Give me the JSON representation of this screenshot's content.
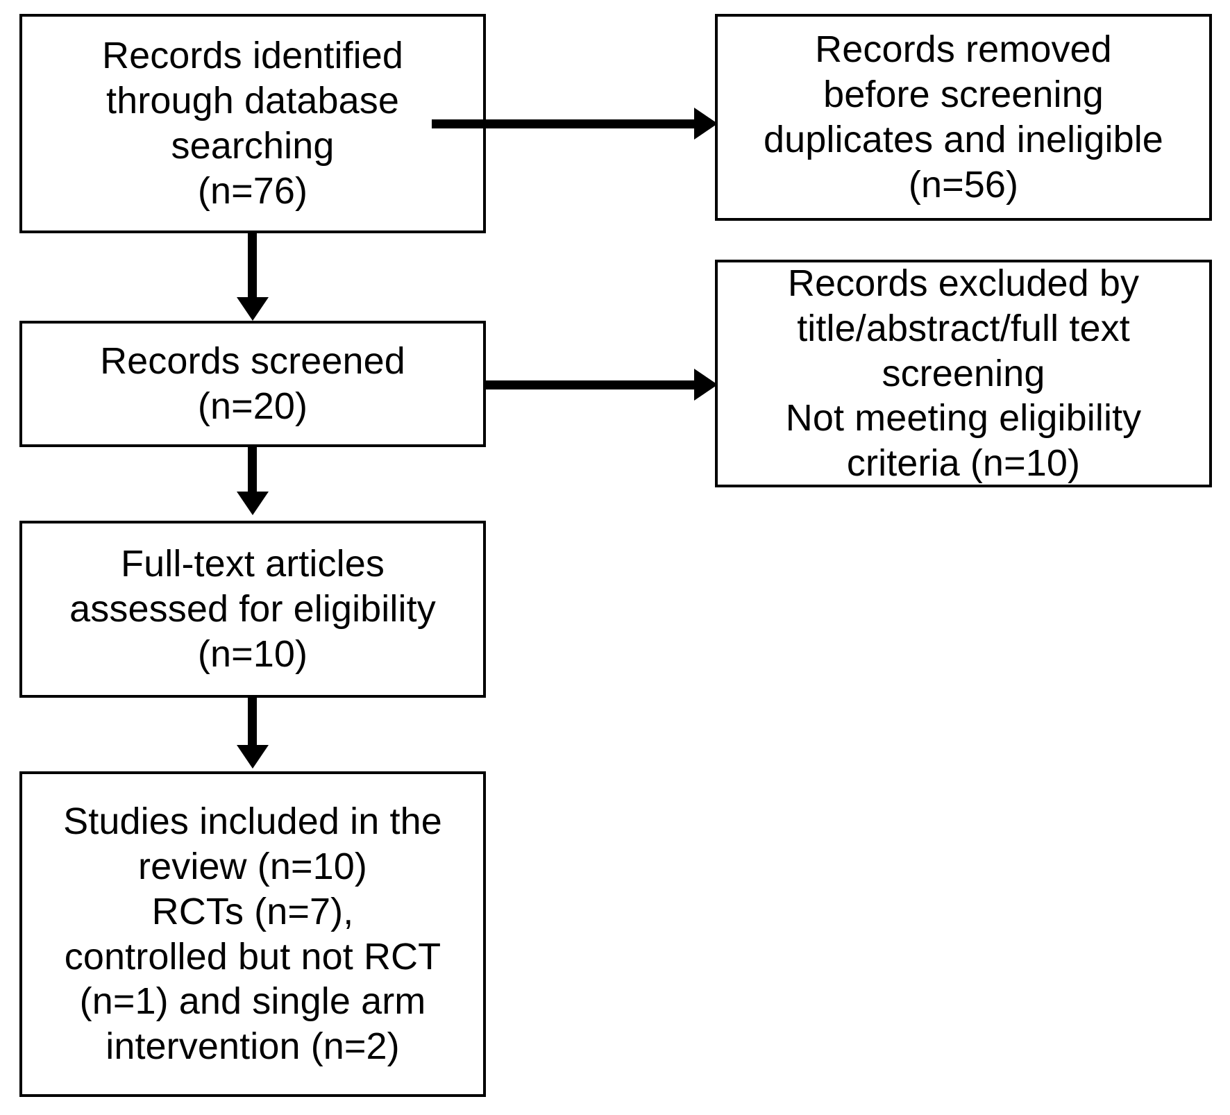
{
  "diagram": {
    "type": "prisma-flow-diagram",
    "background_color": "#ffffff",
    "box_border_color": "#000000",
    "text_color": "#000000",
    "boxes": [
      {
        "id": "identified",
        "text": "Records identified\nthrough database\nsearching\n(n=76)",
        "count": 76,
        "column": "left",
        "stage": "identification"
      },
      {
        "id": "removed",
        "text": "Records removed\nbefore screening\nduplicates and ineligible\n(n=56)",
        "count": 56,
        "column": "right",
        "stage": "identification-exclusion"
      },
      {
        "id": "screened",
        "text": "Records screened\n(n=20)",
        "count": 20,
        "column": "left",
        "stage": "screening"
      },
      {
        "id": "excluded",
        "text": "Records excluded by\ntitle/abstract/full text\nscreening\nNot meeting eligibility\ncriteria (n=10)",
        "count": 10,
        "column": "right",
        "stage": "screening-exclusion"
      },
      {
        "id": "fulltext",
        "text": "Full-text articles\nassessed for eligibility\n(n=10)",
        "count": 10,
        "column": "left",
        "stage": "eligibility"
      },
      {
        "id": "included",
        "text": "Studies included in the\nreview (n=10)\nRCTs (n=7),\ncontrolled but not RCT\n(n=1) and single arm\nintervention (n=2)",
        "count": 10,
        "column": "left",
        "stage": "included"
      }
    ],
    "connectors": [
      {
        "id": "v1",
        "from": "identified",
        "to": "screened",
        "direction": "down"
      },
      {
        "id": "v2",
        "from": "screened",
        "to": "fulltext",
        "direction": "down"
      },
      {
        "id": "v3",
        "from": "fulltext",
        "to": "included",
        "direction": "down"
      },
      {
        "id": "h1",
        "from": "identified",
        "to": "removed",
        "direction": "right"
      },
      {
        "id": "h2",
        "from": "screened",
        "to": "excluded",
        "direction": "right"
      }
    ]
  }
}
